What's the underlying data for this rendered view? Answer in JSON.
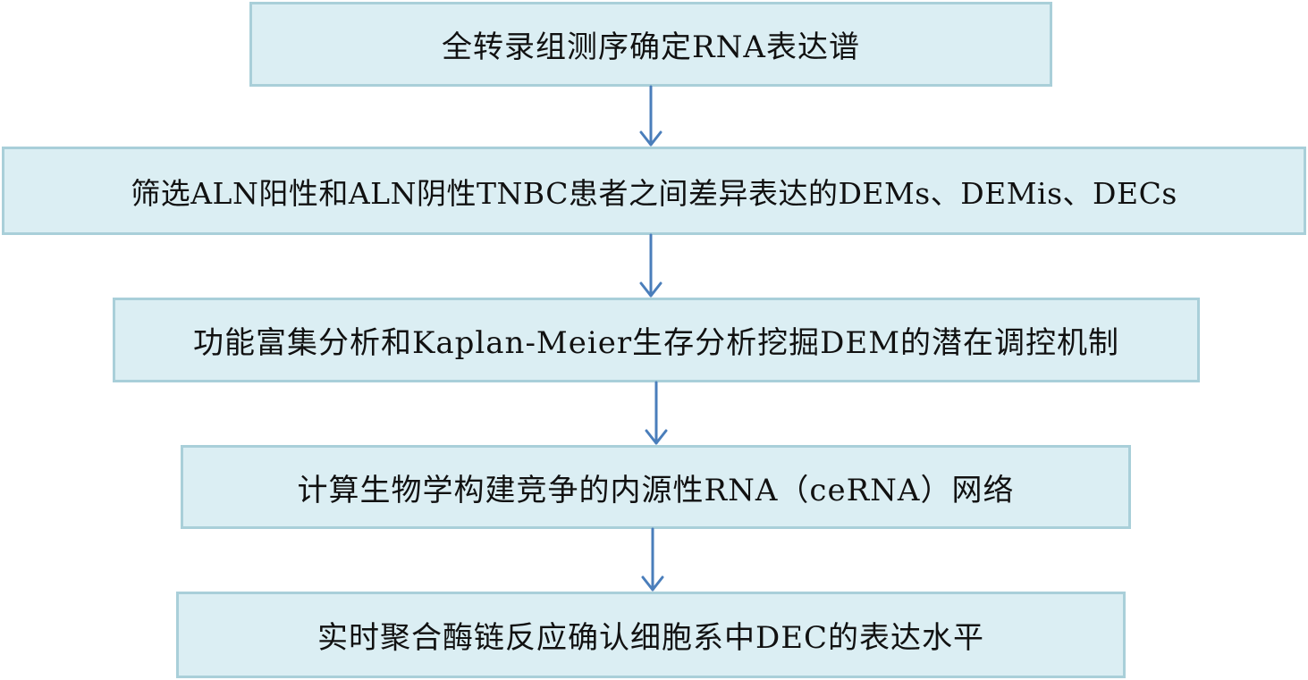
{
  "steps": [
    {
      "label": "全转录组测序确定RNA表达谱"
    },
    {
      "label": "筛选ALN阳性和ALN阴性TNBC患者之间差异表达的DEMs、DEMis、DECs"
    },
    {
      "label": "功能富集分析和Kaplan-Meier生存分析挖掘DEM的潜在调控机制"
    },
    {
      "label": "计算生物学构建竞争的内源性RNA（ceRNA）网络"
    },
    {
      "label": "实时聚合酶链反应确认细胞系中DEC的表达水平"
    }
  ],
  "colors": {
    "box_fill": "#dbeef3",
    "box_border": "#a9cfd9",
    "arrow": "#4a7ebb",
    "text": "#111111"
  }
}
